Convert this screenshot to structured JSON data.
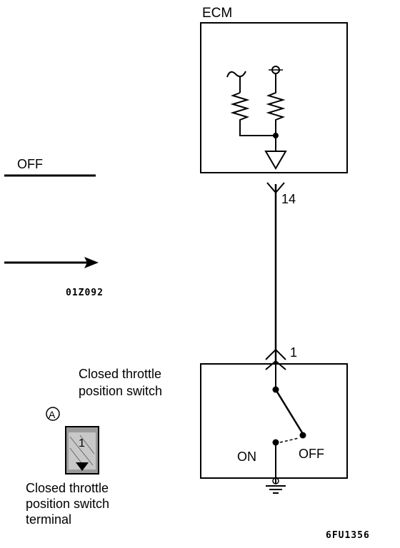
{
  "ecm": {
    "label": "ECM"
  },
  "connector_ecm": {
    "pin": "14"
  },
  "connector_switch": {
    "pin": "1"
  },
  "switch": {
    "name_line1": "Closed throttle",
    "name_line2": "position switch",
    "on_label": "ON",
    "off_label": "OFF"
  },
  "left_panel": {
    "off_label": "OFF",
    "figure_code": "01Z092",
    "callout_letter": "A",
    "terminal_number": "1",
    "terminal_line1": "Closed throttle",
    "terminal_line2": "position switch",
    "terminal_line3": "terminal"
  },
  "footer": {
    "figure_code": "6FU1356"
  },
  "icons": [
    "ground-icon",
    "arrow-right-icon",
    "resistor-icon",
    "circle-letter-icon"
  ]
}
